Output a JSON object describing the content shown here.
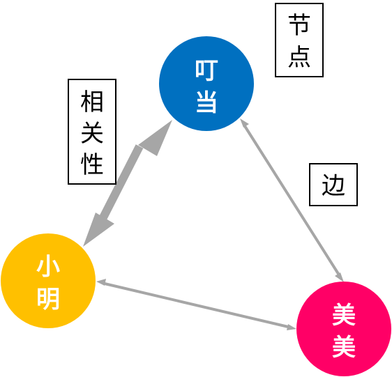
{
  "nodes": {
    "dingdang": {
      "lines": [
        "叮",
        "当"
      ],
      "color": "#0070C0"
    },
    "xiaoming": {
      "lines": [
        "小",
        "明"
      ],
      "color": "#FFC000"
    },
    "meimei": {
      "lines": [
        "美",
        "美"
      ],
      "color": "#FF0066"
    }
  },
  "annotations": {
    "node": {
      "lines": [
        "节",
        "点"
      ]
    },
    "relevance": {
      "lines": [
        "相",
        "关",
        "性"
      ]
    },
    "edge": {
      "lines": [
        "边"
      ]
    }
  },
  "colors": {
    "edge": "#A6A6A6",
    "box_border": "#000000"
  }
}
